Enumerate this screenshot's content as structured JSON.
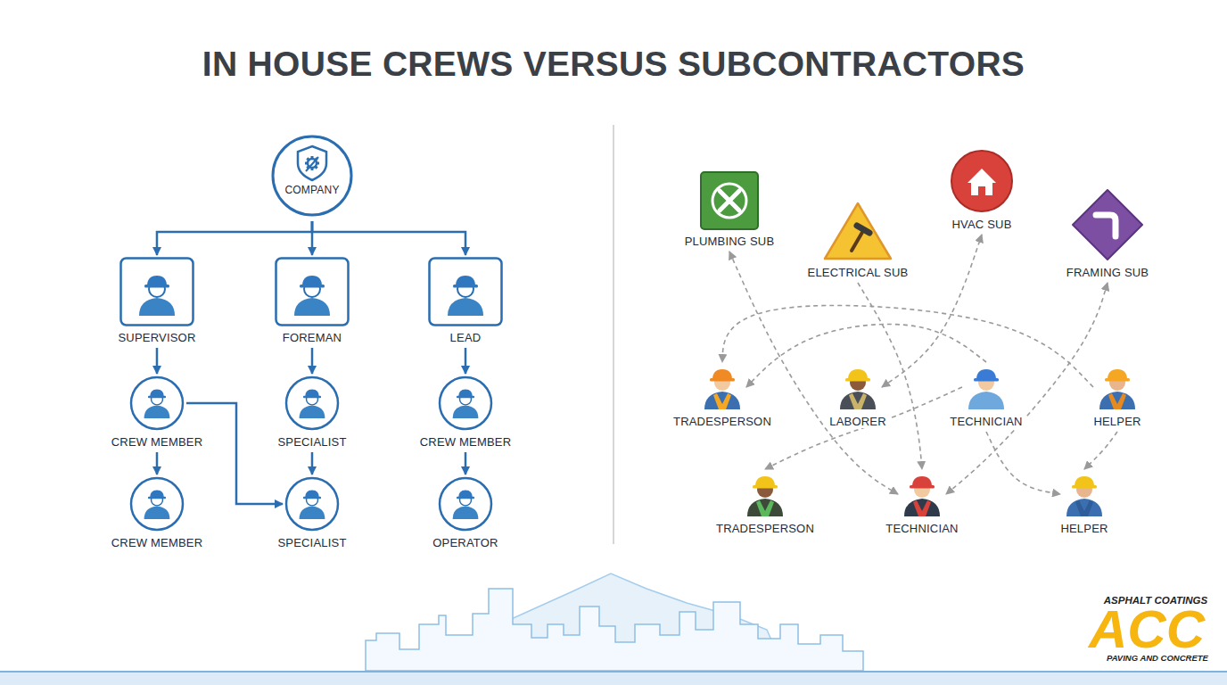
{
  "diagram": {
    "title": "IN HOUSE CREWS VERSUS SUBCONTRACTORS",
    "nodes": [
      {
        "text": [
          "COMPANY"
        ]
      },
      {
        "text": [
          "SUPERVISOR"
        ]
      },
      {
        "text": [
          "FOREMAN"
        ]
      },
      {
        "text": [
          "LEAD"
        ]
      },
      {
        "text": [
          "CREW MEMBER"
        ]
      },
      {
        "text": [
          "SPECIALIST"
        ]
      },
      {
        "text": [
          "CREW MEMBER"
        ]
      },
      {
        "text": [
          "CREW MEMBER"
        ]
      },
      {
        "text": [
          "SPECIALIST"
        ]
      },
      {
        "text": [
          "OPERATOR"
        ]
      },
      {
        "text": [
          "PLUMBING SUB"
        ]
      },
      {
        "text": [
          "ELECTRICAL SUB"
        ]
      },
      {
        "text": [
          "HVAC SUB"
        ]
      },
      {
        "text": [
          "FRAMING SUB"
        ]
      },
      {
        "text": [
          "TRADESPERSON"
        ]
      },
      {
        "text": [
          "LABORER"
        ]
      },
      {
        "text": [
          "TECHNICIAN"
        ]
      },
      {
        "text": [
          "HELPER"
        ]
      },
      {
        "text": [
          "TRADESPERSON"
        ]
      },
      {
        "text": [
          "TECHNICIAN"
        ]
      },
      {
        "text": [
          "HELPER"
        ]
      }
    ],
    "edges": [
      {
        "from": 0,
        "to": 1,
        "arrow": "to"
      },
      {
        "from": 0,
        "to": 2,
        "arrow": "to"
      },
      {
        "from": 0,
        "to": 3,
        "arrow": "to"
      },
      {
        "from": 1,
        "to": 4,
        "arrow": "to"
      },
      {
        "from": 4,
        "to": 7,
        "arrow": "to"
      },
      {
        "from": 2,
        "to": 5,
        "arrow": "to"
      },
      {
        "from": 5,
        "to": 8,
        "arrow": "to"
      },
      {
        "from": 3,
        "to": 6,
        "arrow": "to"
      },
      {
        "from": 6,
        "to": 9,
        "arrow": "to"
      },
      {
        "from": 4,
        "to": 8,
        "arrow": "to"
      },
      {
        "from": 10,
        "to": 19,
        "arrow": "both"
      },
      {
        "from": 11,
        "to": 19,
        "arrow": "to"
      },
      {
        "from": 15,
        "to": 12,
        "arrow": "both"
      },
      {
        "from": 13,
        "to": 19,
        "arrow": "both"
      },
      {
        "from": 16,
        "to": 14,
        "arrow": "to"
      },
      {
        "from": 17,
        "to": 14,
        "arrow": "to"
      },
      {
        "from": 16,
        "to": 20,
        "arrow": "to"
      },
      {
        "from": 16,
        "to": 18,
        "arrow": "to"
      },
      {
        "from": 17,
        "to": 20,
        "arrow": "to"
      }
    ],
    "labels": [
      "ASPHALT COATINGS",
      "ACC",
      "PAVING AND CONCRETE"
    ]
  }
}
